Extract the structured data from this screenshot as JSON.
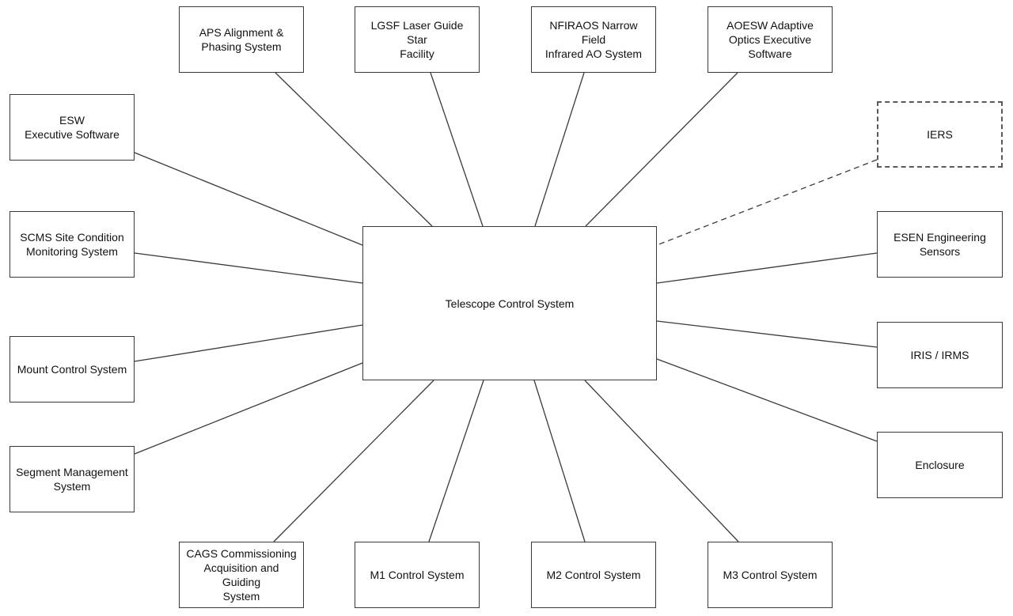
{
  "diagram": {
    "center": {
      "label": "Telescope Control System"
    },
    "nodes": {
      "aps": {
        "label": "APS Alignment &\nPhasing System",
        "link": "solid"
      },
      "lgsf": {
        "label": "LGSF Laser Guide Star\nFacility",
        "link": "solid"
      },
      "nfiraos": {
        "label": "NFIRAOS Narrow Field\nInfrared AO System",
        "link": "solid"
      },
      "aoesw": {
        "label": "AOESW Adaptive\nOptics Executive\nSoftware",
        "link": "solid"
      },
      "esw": {
        "label": "ESW\nExecutive Software",
        "link": "solid"
      },
      "iers": {
        "label": "IERS",
        "link": "dashed"
      },
      "scms": {
        "label": "SCMS Site Condition\nMonitoring System",
        "link": "solid"
      },
      "esen": {
        "label": "ESEN Engineering\nSensors",
        "link": "solid"
      },
      "mount": {
        "label": "Mount Control System",
        "link": "solid"
      },
      "iris": {
        "label": "IRIS / IRMS",
        "link": "solid"
      },
      "segment": {
        "label": "Segment Management\nSystem",
        "link": "solid"
      },
      "enclosure": {
        "label": "Enclosure",
        "link": "solid"
      },
      "cags": {
        "label": "CAGS Commissioning\nAcquisition and Guiding\nSystem",
        "link": "solid"
      },
      "m1": {
        "label": "M1 Control System",
        "link": "solid"
      },
      "m2": {
        "label": "M2 Control System",
        "link": "solid"
      },
      "m3": {
        "label": "M3 Control System",
        "link": "solid"
      }
    },
    "colors": {
      "line": "#3a3a3a",
      "box_border": "#3a3a3a",
      "text": "#111111",
      "background": "#ffffff"
    }
  }
}
